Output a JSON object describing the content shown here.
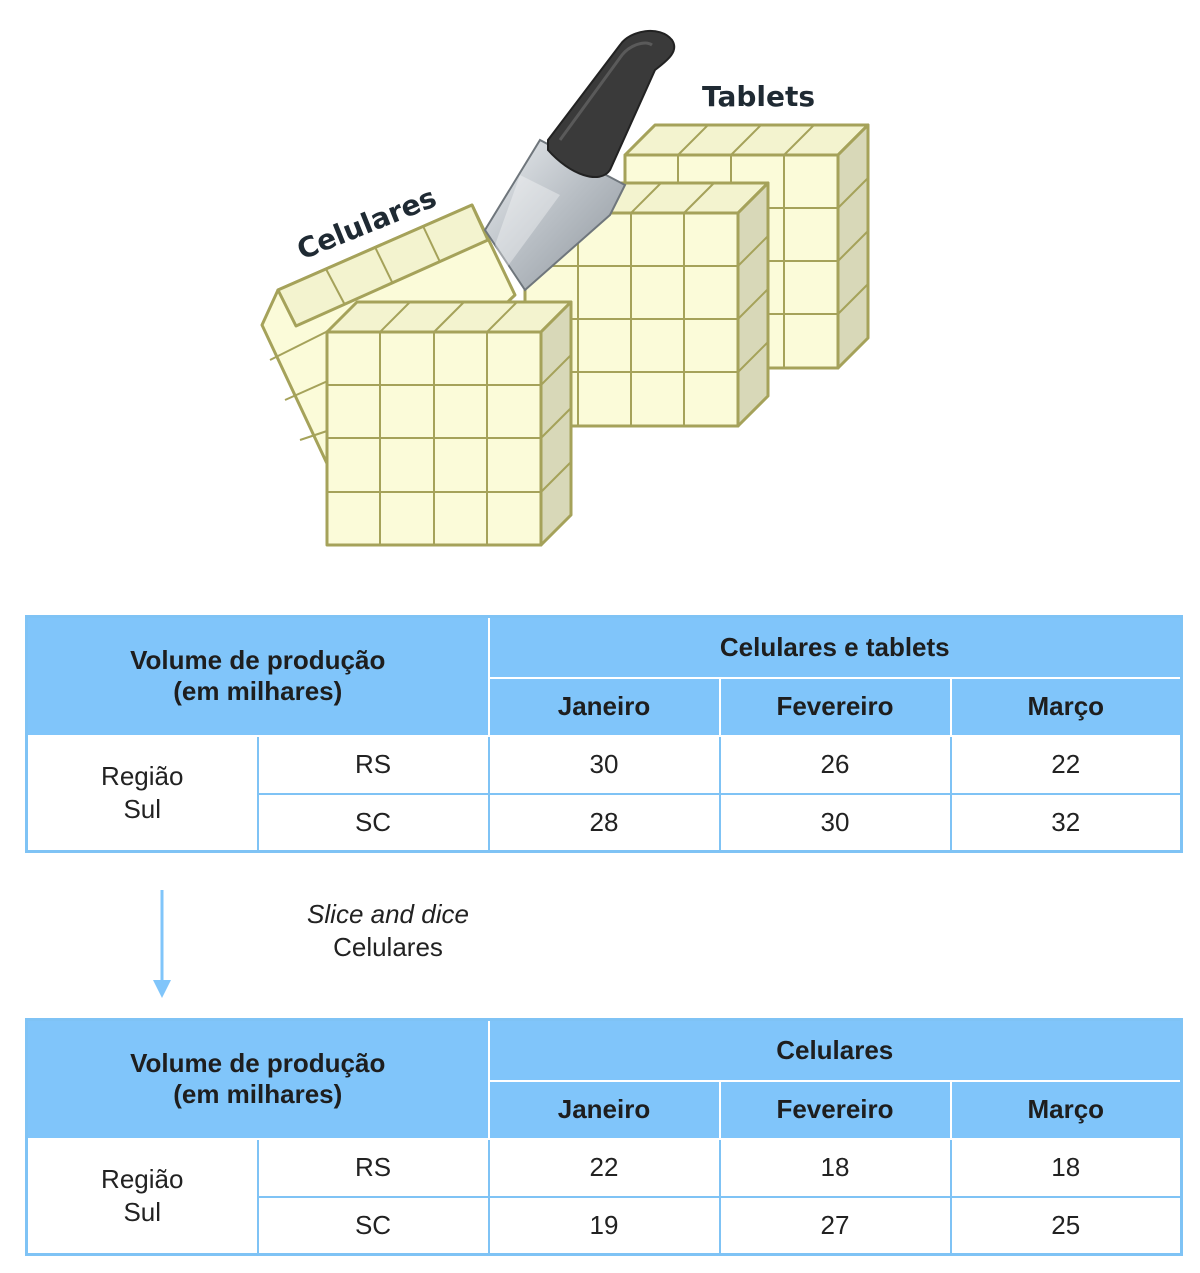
{
  "illustration": {
    "label_celulares": "Celulares",
    "label_tablets": "Tablets",
    "colors": {
      "cube_fill": "#fbfbd9",
      "cube_side": "#d8d8b8",
      "cube_edge": "#a5a25a",
      "label": "#1f2a33"
    }
  },
  "table_before": {
    "corner_title": [
      "Volume de produção",
      "(em milhares)"
    ],
    "group_header": "Celulares e tablets",
    "months": [
      "Janeiro",
      "Fevereiro",
      "Março"
    ],
    "region": [
      "Região",
      "Sul"
    ],
    "rows": [
      {
        "state": "RS",
        "values": [
          "30",
          "26",
          "22"
        ]
      },
      {
        "state": "SC",
        "values": [
          "28",
          "30",
          "32"
        ]
      }
    ]
  },
  "operation": {
    "name": "Slice and dice",
    "target": "Celulares"
  },
  "table_after": {
    "corner_title": [
      "Volume de produção",
      "(em milhares)"
    ],
    "group_header": "Celulares",
    "months": [
      "Janeiro",
      "Fevereiro",
      "Março"
    ],
    "region": [
      "Região",
      "Sul"
    ],
    "rows": [
      {
        "state": "RS",
        "values": [
          "22",
          "18",
          "18"
        ]
      },
      {
        "state": "SC",
        "values": [
          "19",
          "27",
          "25"
        ]
      }
    ]
  },
  "colors": {
    "header_bg": "#80c5fa",
    "border": "#7fc3f5",
    "arrow": "#80c5fa"
  }
}
